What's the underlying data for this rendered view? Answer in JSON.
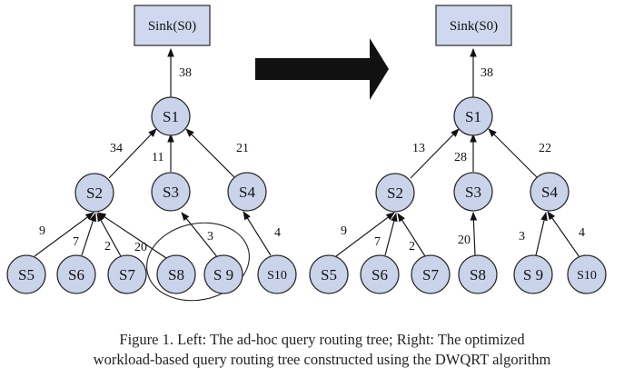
{
  "left_tree": {
    "sink_label": "Sink(S0)",
    "nodes": {
      "s1": "S1",
      "s2": "S2",
      "s3": "S3",
      "s4": "S4",
      "s5": "S5",
      "s6": "S6",
      "s7": "S7",
      "s8": "S8",
      "s9": "S 9",
      "s10": "S10"
    },
    "weights": {
      "s1_sink": "38",
      "s2_s1": "34",
      "s3_s1": "11",
      "s4_s1": "21",
      "s5_s2": "9",
      "s6_s2": "7",
      "s7_s2": "2",
      "s8_s2": "20",
      "s9_s3": "3",
      "s10_s4": "4"
    }
  },
  "right_tree": {
    "sink_label": "Sink(S0)",
    "nodes": {
      "s1": "S1",
      "s2": "S2",
      "s3": "S3",
      "s4": "S4",
      "s5": "S5",
      "s6": "S6",
      "s7": "S7",
      "s8": "S8",
      "s9": "S 9",
      "s10": "S10"
    },
    "weights": {
      "s1_sink": "38",
      "s2_s1": "13",
      "s3_s1": "28",
      "s4_s1": "22",
      "s5_s2": "9",
      "s6_s2": "7",
      "s7_s2": "2",
      "s8_s3": "20",
      "s9_s4": "3",
      "s10_s4": "4"
    }
  },
  "caption": {
    "line1": "Figure 1.    Left: The ad-hoc query routing tree; Right: The optimized",
    "line2": "workload-based query routing tree constructed using the DWQRT algorithm"
  }
}
